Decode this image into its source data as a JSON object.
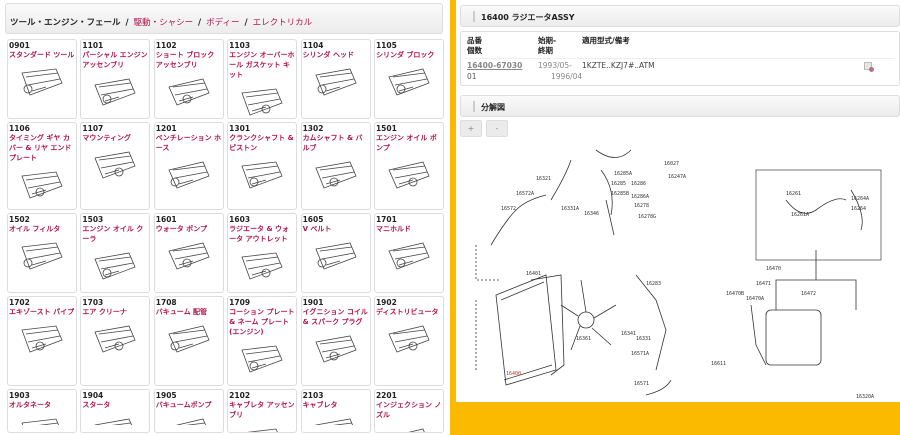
{
  "breadcrumb": {
    "current": "ツール・エンジン・フェール",
    "links": [
      "駆動・シャシー",
      "ボディー",
      "エレクトリカル"
    ],
    "separator": "/"
  },
  "categories": [
    {
      "code": "0901",
      "name": "スタンダード ツール"
    },
    {
      "code": "1101",
      "name": "パーシャル エンジン アッセンブリ"
    },
    {
      "code": "1102",
      "name": "ショート ブロック アッセンブリ"
    },
    {
      "code": "1103",
      "name": "エンジン オーバーホール ガスケット キット"
    },
    {
      "code": "1104",
      "name": "シリンダ ヘッド"
    },
    {
      "code": "1105",
      "name": "シリンダ ブロック"
    },
    {
      "code": "1106",
      "name": "タイミング ギヤ カバー & リヤ エンド プレート"
    },
    {
      "code": "1107",
      "name": "マウンティング"
    },
    {
      "code": "1201",
      "name": "ベンチレーション ホース"
    },
    {
      "code": "1301",
      "name": "クランクシャフト & ピストン"
    },
    {
      "code": "1302",
      "name": "カムシャフト & バルブ"
    },
    {
      "code": "1501",
      "name": "エンジン オイル ポンプ"
    },
    {
      "code": "1502",
      "name": "オイル フィルタ"
    },
    {
      "code": "1503",
      "name": "エンジン オイル クーラ"
    },
    {
      "code": "1601",
      "name": "ウォータ ポンプ"
    },
    {
      "code": "1603",
      "name": "ラジエータ & ウォータ アウトレット"
    },
    {
      "code": "1605",
      "name": "V ベルト"
    },
    {
      "code": "1701",
      "name": "マニホルド"
    },
    {
      "code": "1702",
      "name": "エキゾースト パイプ"
    },
    {
      "code": "1703",
      "name": "エア クリーナ"
    },
    {
      "code": "1708",
      "name": "バキューム 配管"
    },
    {
      "code": "1709",
      "name": "コーション プレート & ネーム プレート(エンジン)"
    },
    {
      "code": "1901",
      "name": "イグニション コイル & スパーク プラグ"
    },
    {
      "code": "1902",
      "name": "ディストリビュータ"
    },
    {
      "code": "1903",
      "name": "オルタネータ"
    },
    {
      "code": "1904",
      "name": "スタータ"
    },
    {
      "code": "1905",
      "name": "バキュームポンプ"
    },
    {
      "code": "2102",
      "name": "キャブレタ アッセンブリ"
    },
    {
      "code": "2103",
      "name": "キャブレタ"
    },
    {
      "code": "2201",
      "name": "インジェクション ノズル"
    }
  ],
  "part_panel": {
    "title": "16400 ラジエータASSY",
    "headers": {
      "part_no": "品番",
      "qty": "個数",
      "start": "始期-",
      "end": "終期",
      "models": "適用型式/備考"
    },
    "row": {
      "part_no": "16400-67030",
      "qty": "01",
      "start": "1993/05-",
      "end": "1996/04",
      "models": "1KZTE..KZJ7#..ATM",
      "icon": "cart-add-icon"
    }
  },
  "diagram_panel": {
    "title": "分解図",
    "zoom_in": "+",
    "zoom_out": "-",
    "labels": [
      "16321",
      "16572A",
      "16572",
      "16331A",
      "16346",
      "16285A",
      "16285",
      "16285B",
      "16286",
      "16286A",
      "16278",
      "16278G",
      "16027",
      "16247A",
      "16261",
      "16261A",
      "16264",
      "16264A",
      "16401",
      "16400",
      "16361",
      "16283",
      "16341",
      "16331",
      "16571A",
      "16571",
      "16470",
      "16471",
      "16470B",
      "16470A",
      "16472",
      "16611"
    ],
    "figure_id": "16320A"
  },
  "colors": {
    "accent": "#b0134d",
    "divider": "#fbb900"
  }
}
